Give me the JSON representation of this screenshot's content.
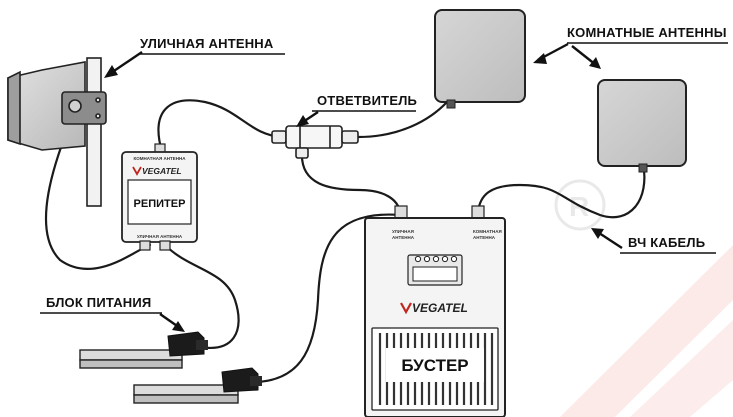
{
  "labels": {
    "outdoor_antenna": "УЛИЧНАЯ АНТЕННА",
    "indoor_antennas": "КОМНАТНЫЕ АНТЕННЫ",
    "splitter": "ОТВЕТВИТЕЛЬ",
    "rf_cable": "ВЧ КАБЕЛЬ",
    "power_supply": "БЛОК ПИТАНИЯ"
  },
  "repeater": {
    "brand": "VEGATEL",
    "name": "РЕПИТЕР",
    "top_port": "КОМНАТНАЯ АНТЕННА",
    "bottom_port": "УЛИЧНАЯ АНТЕННА"
  },
  "booster": {
    "brand": "VEGATEL",
    "name": "БУСТЕР",
    "port_left_line1": "УЛИЧНАЯ",
    "port_left_line2": "АНТЕННА",
    "port_right_line1": "КОМНАТНАЯ",
    "port_right_line2": "АНТЕННА"
  },
  "colors": {
    "outline": "#222222",
    "device_fill": "#f4f4f4",
    "antenna_fill": "#c9c9c9",
    "watermark": "#e0312b"
  }
}
